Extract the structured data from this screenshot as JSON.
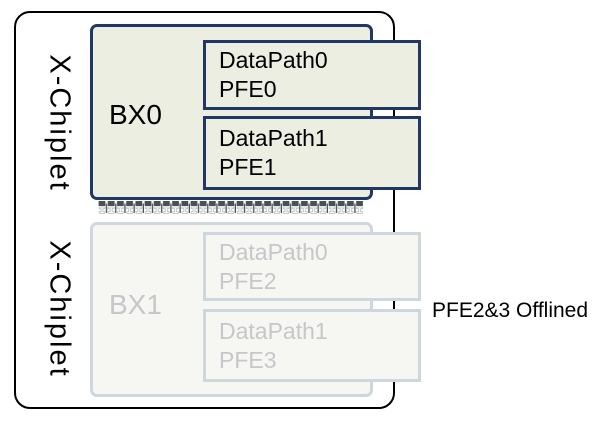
{
  "chiplets": [
    {
      "label": "X-Chiplet",
      "bx_label": "BX0",
      "state": "active",
      "datapaths": [
        {
          "name": "DataPath0",
          "pfe": "PFE0"
        },
        {
          "name": "DataPath1",
          "pfe": "PFE1"
        }
      ]
    },
    {
      "label": "X-Chiplet",
      "bx_label": "BX1",
      "state": "offlined",
      "datapaths": [
        {
          "name": "DataPath0",
          "pfe": "PFE2"
        },
        {
          "name": "DataPath1",
          "pfe": "PFE3"
        }
      ]
    }
  ],
  "annotation": {
    "text": "PFE2&3 Offlined"
  },
  "colors": {
    "active_fill": "#eceee1",
    "active_border": "#1f3864",
    "offline_fill": "#f6f7f3",
    "offline_border": "#cfd6dd",
    "offline_text": "#c5c7c9",
    "outer_border": "#000000",
    "pin_dark": "#4b5056",
    "pin_outline": "#b7bdc3"
  }
}
